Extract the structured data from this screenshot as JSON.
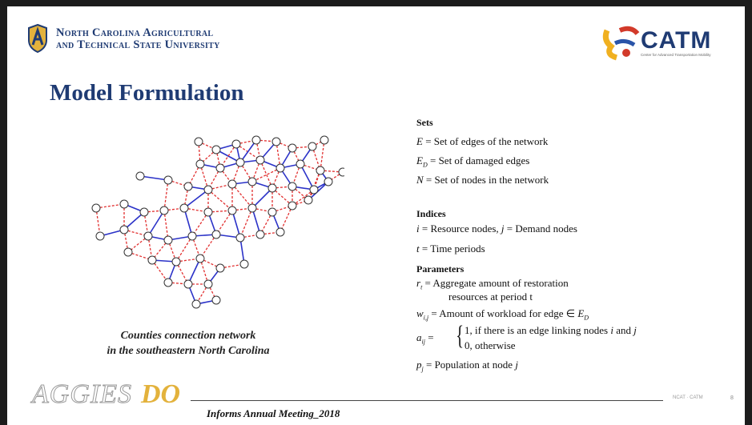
{
  "header": {
    "university_line1": "North Carolina Agricultural",
    "university_line2": "and Technical State University",
    "catm_logo": "CATM",
    "catm_tagline": "Center for Advanced Transportation Mobility"
  },
  "title": "Model Formulation",
  "figure": {
    "caption_line1": "Counties connection network",
    "caption_line2": "in the southeastern North Carolina",
    "line_colors": {
      "solid": "#2b32c8",
      "dashed": "#e23030"
    }
  },
  "sets": {
    "heading": "Sets",
    "E_sym": "E",
    "E_text": " = Set of edges of the network",
    "ED_sym": "E",
    "ED_sub": "D",
    "ED_text": " = Set of damaged edges",
    "N_sym": "N",
    "N_text": " = Set of nodes in the network"
  },
  "indices": {
    "heading": "Indices",
    "line1_i": "i",
    "line1_a": " = Resource nodes, ",
    "line1_j": "j",
    "line1_b": " = Demand nodes",
    "line2_t": "t",
    "line2_text": " = Time periods"
  },
  "parameters": {
    "heading": "Parameters",
    "r_sym": "r",
    "r_sub": "t",
    "r_text1": " =   Aggregate amount of restoration",
    "r_text2": "resources at period t",
    "w_sym": "w",
    "w_sub": "i,j",
    "w_text": " = Amount of workload for edge  ∈ ",
    "w_set": "E",
    "w_set_sub": "D",
    "a_sym": "a",
    "a_sub": "ij",
    "a_eq": " = ",
    "a_case1": "1, if there is an edge linking nodes ",
    "a_case1_i": "i",
    "a_case1_and": " and ",
    "a_case1_j": "j",
    "a_case2": "0, otherwise",
    "p_sym": "p",
    "p_sub": "j",
    "p_text": " = Population at node ",
    "p_j": "j"
  },
  "footer": {
    "brand": "AGGIES",
    "brand_do": "DO",
    "meeting": "Informs Annual Meeting_2018",
    "small": "NCAT · CATM",
    "page": "8"
  }
}
